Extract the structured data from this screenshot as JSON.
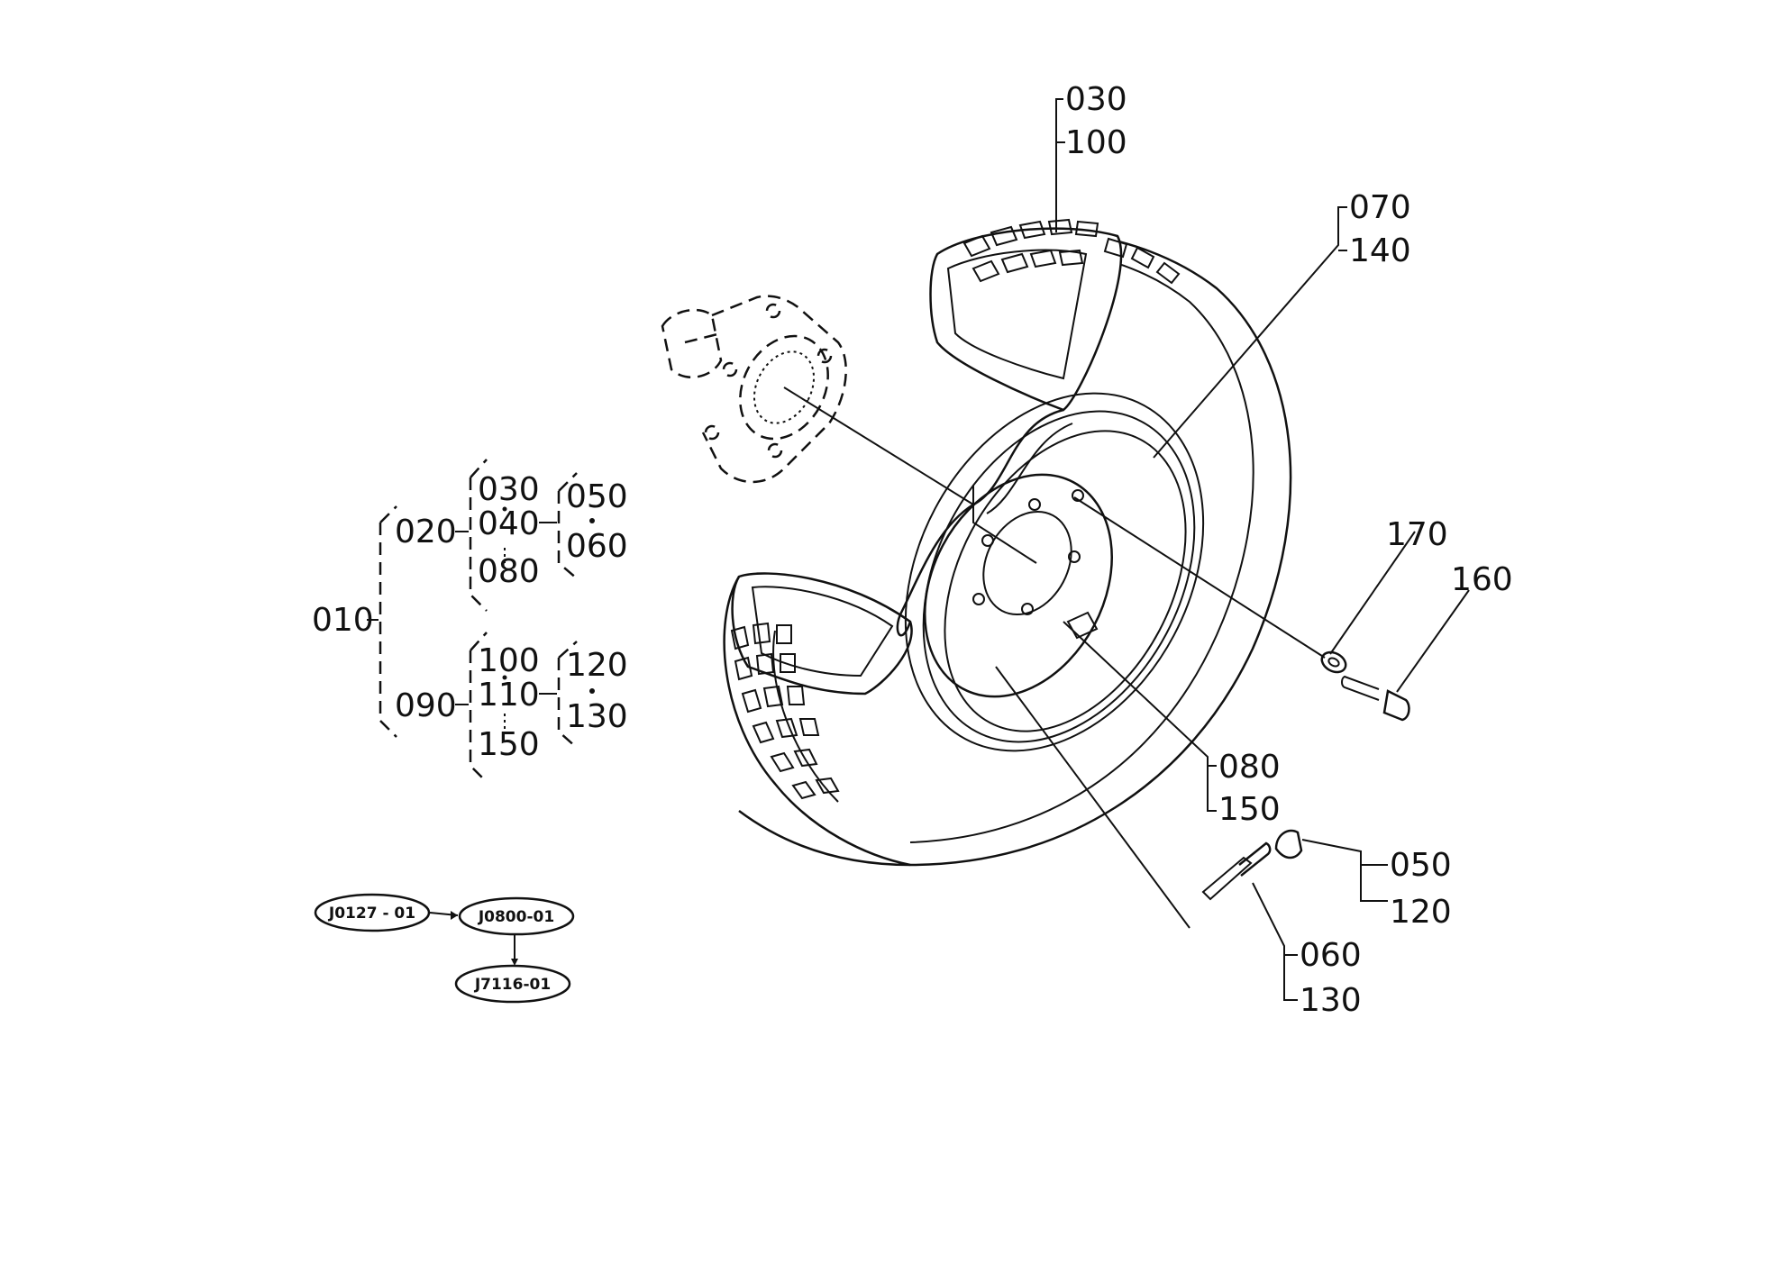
{
  "callouts": {
    "c030a": "030",
    "c100a": "100",
    "c070": "070",
    "c140": "140",
    "c170": "170",
    "c160": "160",
    "c080": "080",
    "c150": "150",
    "c050": "050",
    "c120": "120",
    "c060": "060",
    "c130": "130"
  },
  "tree": {
    "root": "010",
    "n020": "020",
    "n090": "090",
    "n030": "030",
    "n040": "040",
    "n080": "080",
    "n050": "050",
    "n060": "060",
    "n100": "100",
    "n110": "110",
    "n150": "150",
    "n120": "120",
    "n130": "130"
  },
  "refs": {
    "r1": "J0127 - 01",
    "r2": "J0800-01",
    "r3": "J7116-01"
  }
}
